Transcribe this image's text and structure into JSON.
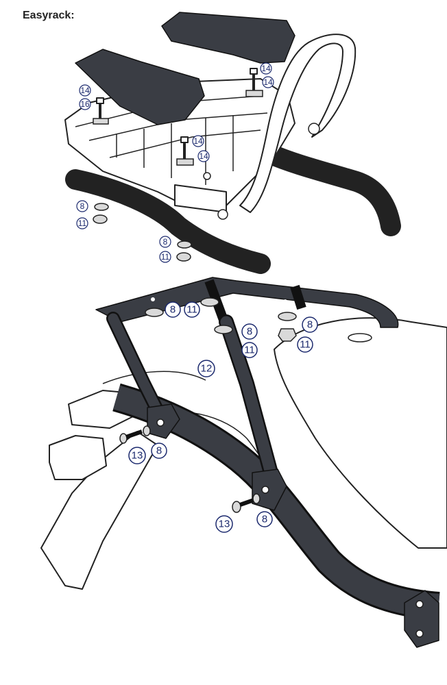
{
  "header": {
    "title": "Easyrack:"
  },
  "top_labels": {
    "l14a": "14",
    "l14b": "14",
    "l14c": "14",
    "l14d": "14",
    "l14e": "14",
    "l16": "16",
    "l8a": "8",
    "l11a": "11",
    "l8b": "8",
    "l11b": "11"
  },
  "bottom_labels": {
    "b8a": "8",
    "b11a": "11",
    "b8b": "8",
    "b11b": "11",
    "b8c": "8",
    "b11c": "11",
    "b12": "12",
    "b13a": "13",
    "b8d": "8",
    "b13b": "13",
    "b8e": "8"
  }
}
